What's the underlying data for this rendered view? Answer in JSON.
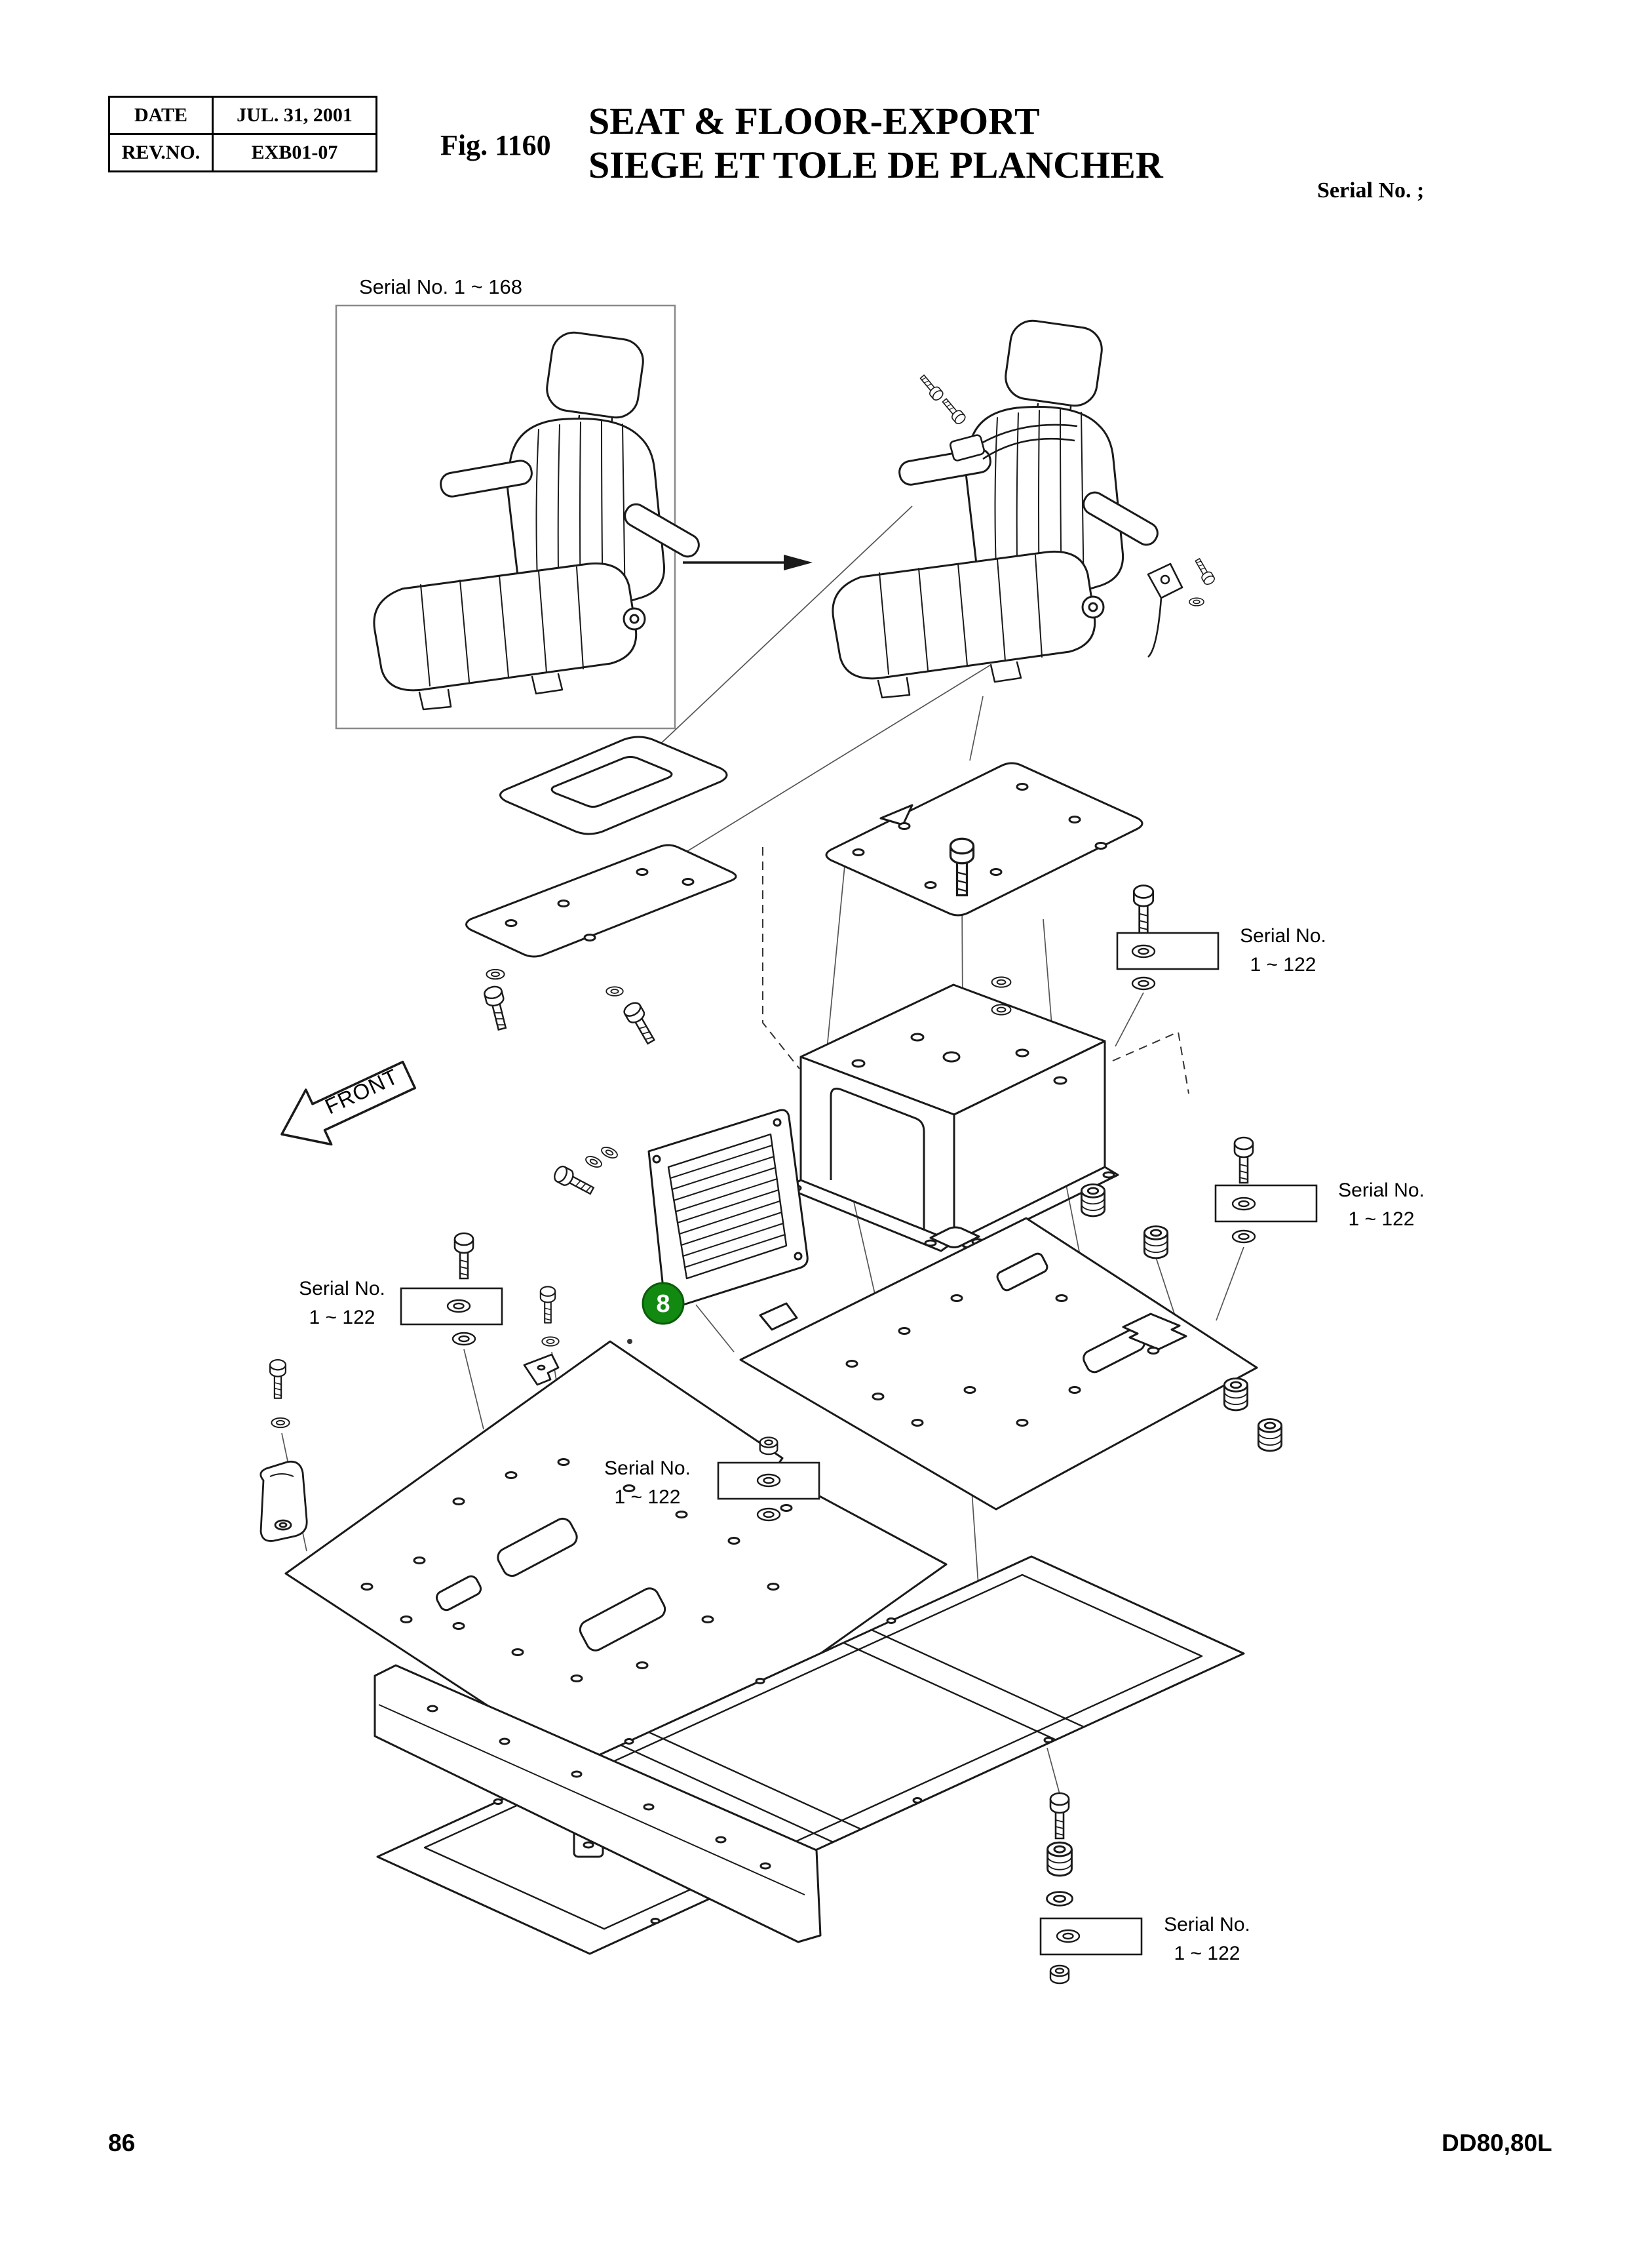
{
  "header": {
    "table": {
      "date_label": "DATE",
      "date_value": "JUL. 31, 2001",
      "rev_label": "REV.NO.",
      "rev_value": "EXB01-07"
    },
    "fig_label": "Fig. 1160",
    "title_line1": "SEAT & FLOOR-EXPORT",
    "title_line2": "SIEGE ET TOLE DE PLANCHER",
    "serial_note": "Serial No. ;"
  },
  "diagram": {
    "inset_serial_label": "Serial No. 1 ~ 168",
    "front_label": "FRONT",
    "item_badge": {
      "number": "8",
      "color": "#128a12"
    },
    "callouts": [
      {
        "line1": "Serial No.",
        "line2": "1 ~ 122"
      },
      {
        "line1": "Serial No.",
        "line2": "1 ~ 122"
      },
      {
        "line1": "Serial No.",
        "line2": "1 ~ 122"
      },
      {
        "line1": "Serial No.",
        "line2": "1 ~ 122"
      },
      {
        "line1": "Serial No.",
        "line2": "1 ~ 122"
      }
    ]
  },
  "footer": {
    "page_number": "86",
    "model_code": "DD80,80L"
  }
}
